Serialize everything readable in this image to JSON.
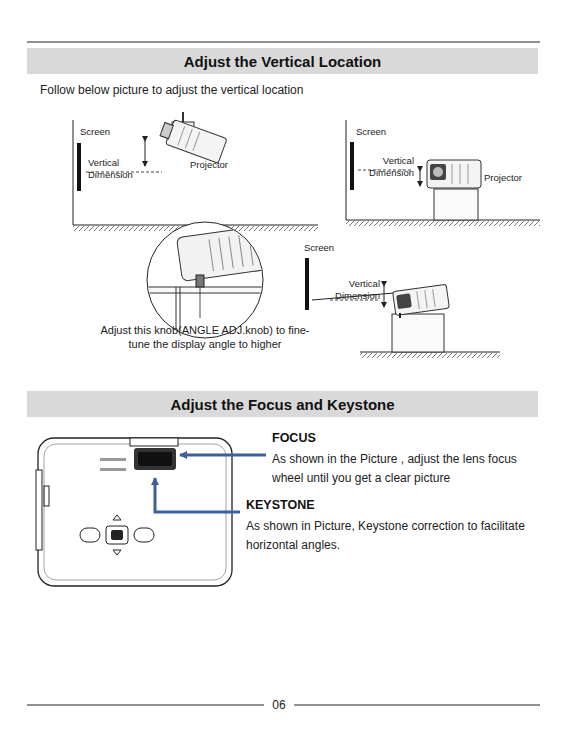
{
  "diagram": {
    "nodes": [
      {
        "text": [
          "Adjust the Vertical Location"
        ]
      },
      {
        "text": [
          "Adjust the Focus and Keystone"
        ]
      }
    ],
    "labels": [
      "Follow below picture to adjust the vertical location",
      "Screen",
      "Vertical Dimension",
      "Projector",
      "Screen",
      "Vertical Dimension",
      "Projector",
      "Screen",
      "Vertical Dimension",
      "Adjust this knob(ANGLE ADJ.knob) to fine-tune the display angle to higher",
      "FOCUS",
      "As shown in the Picture , adjust the lens focus wheel until you get a clear picture",
      "KEYSTONE",
      "As shown in Picture, Keystone correction to facilitate horizontal angles.",
      "06"
    ]
  }
}
